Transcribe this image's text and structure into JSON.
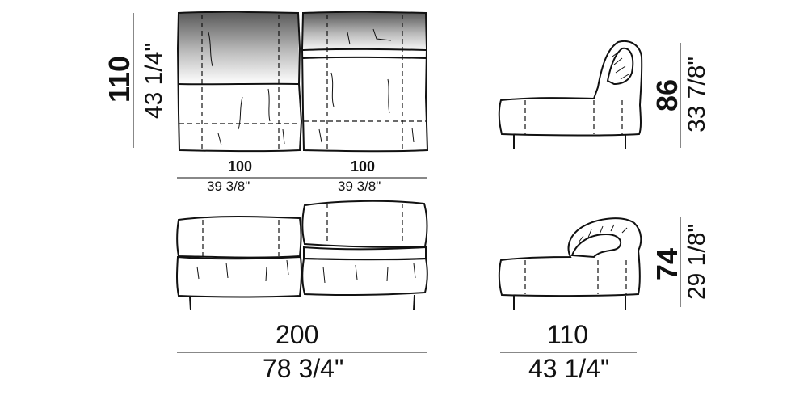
{
  "dimensions": {
    "top_view_depth": {
      "cm": "110",
      "inch": "43 1/4\""
    },
    "module_left_width": {
      "cm": "100",
      "inch": "39 3/8\""
    },
    "module_right_width": {
      "cm": "100",
      "inch": "39 3/8\""
    },
    "total_width": {
      "cm": "200",
      "inch": "78 3/4\""
    },
    "side_depth": {
      "cm": "110",
      "inch": "43 1/4\""
    },
    "height_raised": {
      "cm": "86",
      "inch": "33 7/8\""
    },
    "height_lowered": {
      "cm": "74",
      "inch": "29 1/8\""
    }
  },
  "colors": {
    "line": "#111111",
    "shade_dark": "#555555",
    "shade_light": "#ffffff"
  }
}
